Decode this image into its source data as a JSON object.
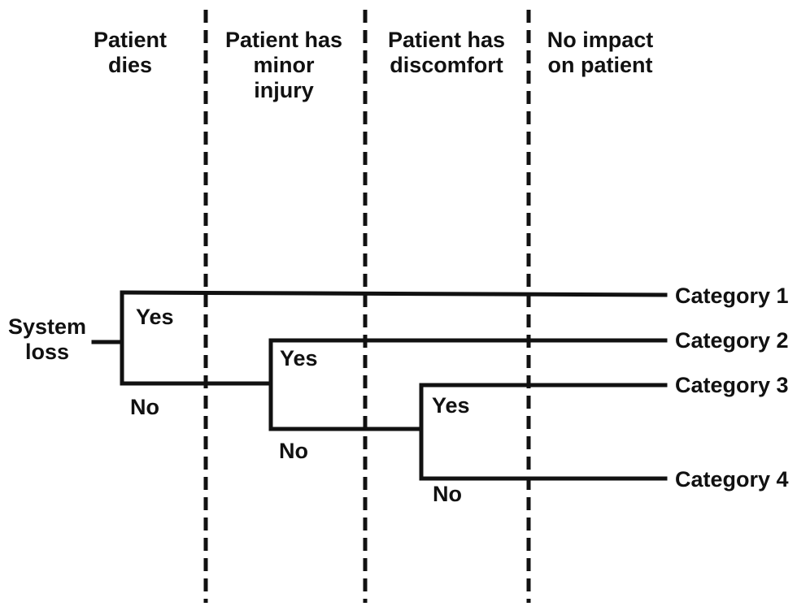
{
  "columns": [
    {
      "lines": [
        "Patient",
        "dies"
      ]
    },
    {
      "lines": [
        "Patient has",
        "minor",
        "injury"
      ]
    },
    {
      "lines": [
        "Patient has",
        "discomfort"
      ]
    },
    {
      "lines": [
        "No impact",
        "on patient"
      ]
    }
  ],
  "root": {
    "lines": [
      "System",
      "loss"
    ]
  },
  "branch_labels": {
    "yes": "Yes",
    "no": "No"
  },
  "categories": [
    "Category 1",
    "Category 2",
    "Category 3",
    "Category 4"
  ],
  "colors": {
    "line": "#111111",
    "background": "#ffffff"
  }
}
